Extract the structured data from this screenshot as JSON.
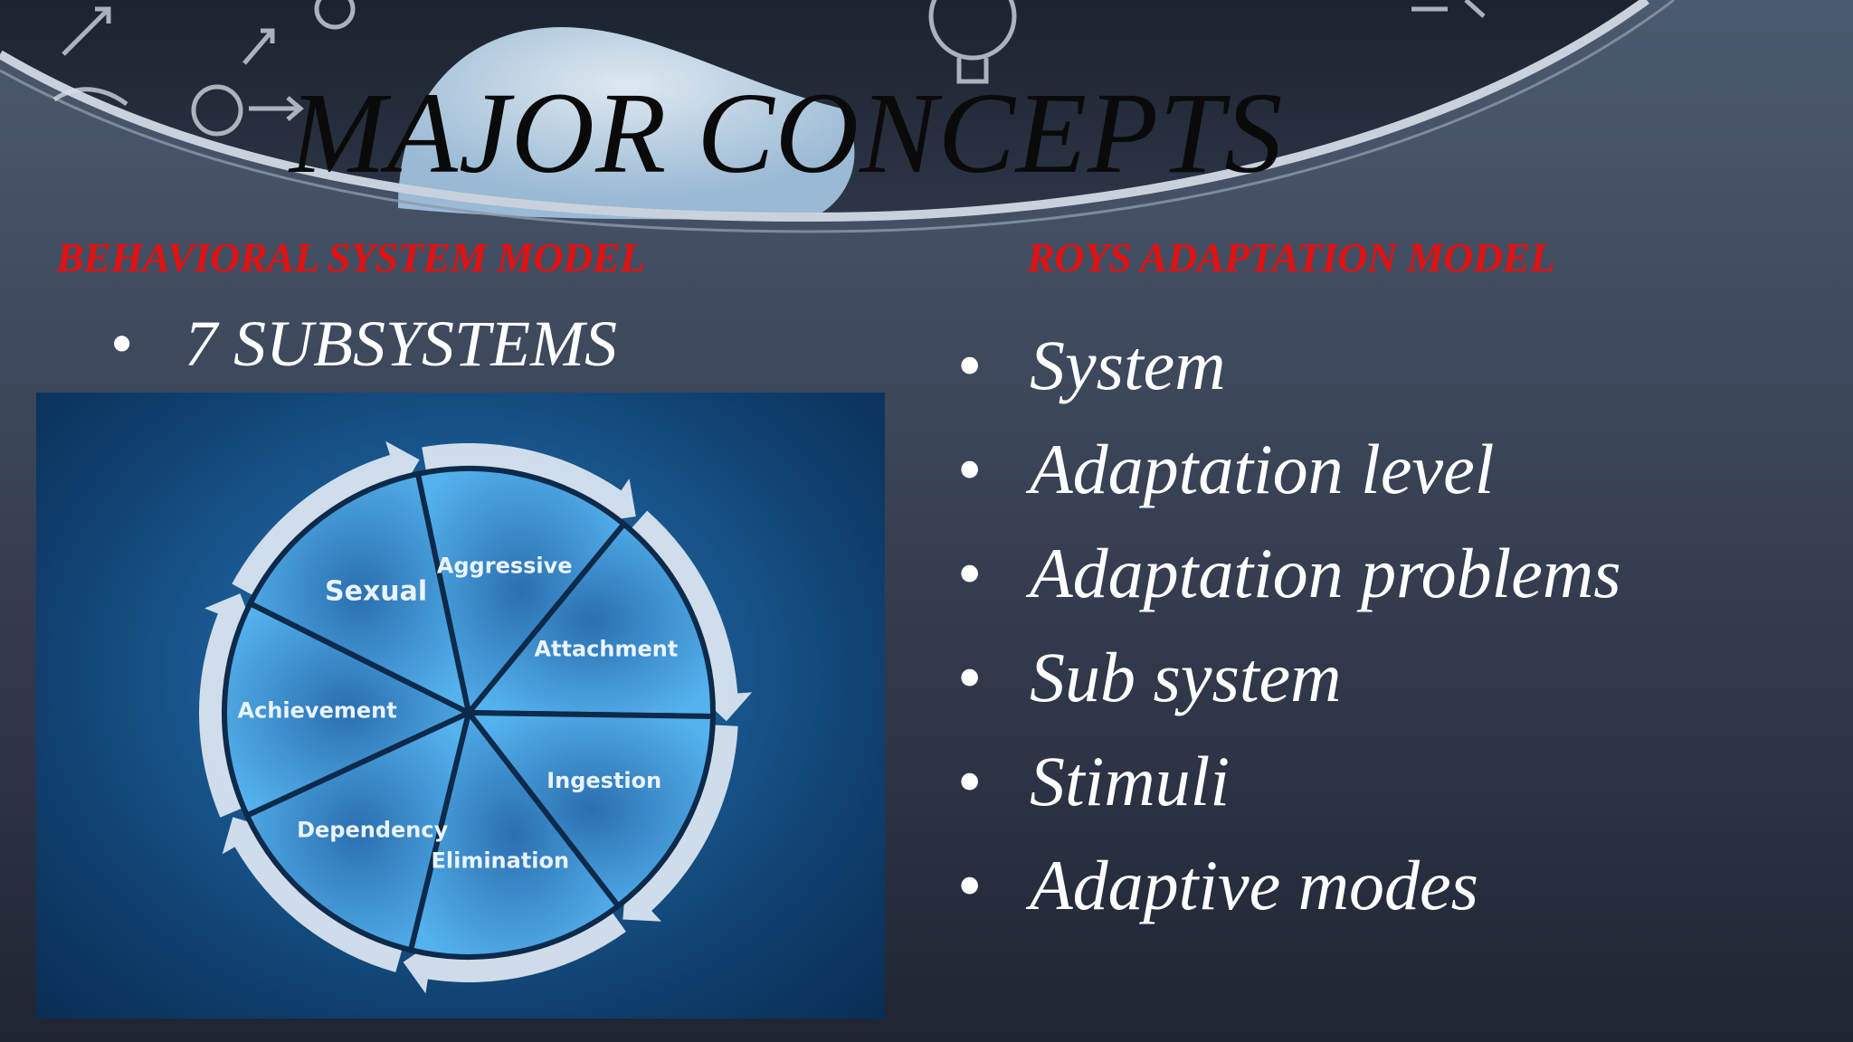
{
  "title": "MAJOR CONCEPTS",
  "left_section": {
    "heading": "BEHAVIORAL SYSTEM MODEL",
    "bullet": "7 SUBSYSTEMS",
    "diagram": {
      "segments": [
        "Aggressive",
        "Attachment",
        "Ingestion",
        "Elimination",
        "Dependency",
        "Achievement",
        "Sexual"
      ],
      "colors": {
        "background": "#1a5a92",
        "segment": "#3f9ee0",
        "arrow": "#dfe8f2"
      }
    }
  },
  "right_section": {
    "heading": "ROYS ADAPTATION MODEL",
    "items": [
      "System",
      "Adaptation level",
      "Adaptation problems",
      "Sub system",
      "Stimuli",
      "Adaptive modes"
    ]
  },
  "bullet_char": "•",
  "colors": {
    "heading_red": "#e01212",
    "text_white": "#ffffff",
    "title": "#0a0a0a"
  }
}
